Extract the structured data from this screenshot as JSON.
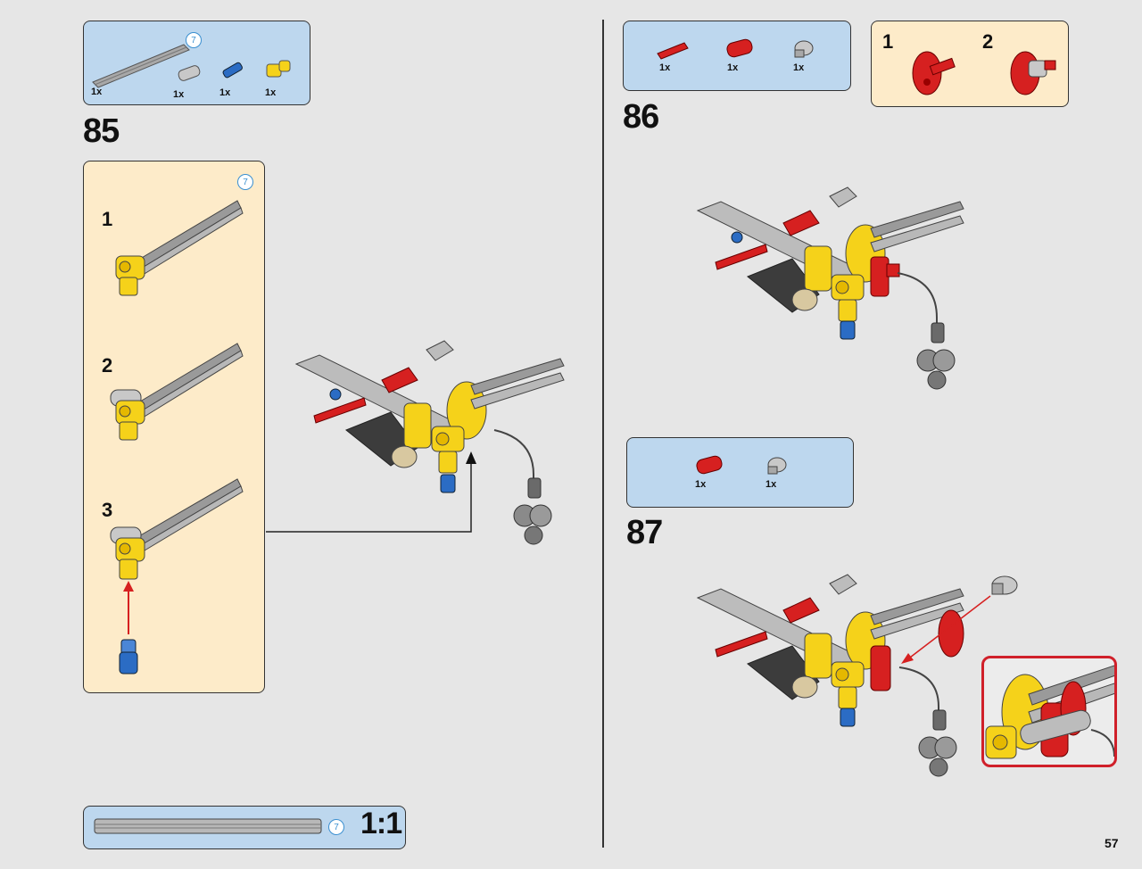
{
  "page_number": "57",
  "steps": [
    {
      "number": "85",
      "parts_box": {
        "quantities": [
          "1x",
          "1x",
          "1x",
          "1x"
        ],
        "length_badge": "7"
      },
      "substeps_box": {
        "length_badge": "7",
        "labels": [
          "1",
          "2",
          "3"
        ]
      }
    },
    {
      "number": "86",
      "parts_box": {
        "quantities": [
          "1x",
          "1x",
          "1x"
        ]
      },
      "callout": {
        "labels": [
          "1",
          "2"
        ]
      }
    },
    {
      "number": "87",
      "parts_box": {
        "quantities": [
          "1x",
          "1x"
        ]
      }
    }
  ],
  "scale_bar": {
    "length_badge": "7",
    "ratio": "1:1"
  },
  "colors": {
    "parts_box_bg": "#bdd7ee",
    "substep_box_bg": "#fdebc9",
    "yellow": "#f5d21a",
    "red": "#d62020",
    "blue": "#2b6cc4",
    "gray": "#a8a8a8",
    "dark_gray": "#3c3c3c",
    "highlight_frame": "#d0202a"
  }
}
